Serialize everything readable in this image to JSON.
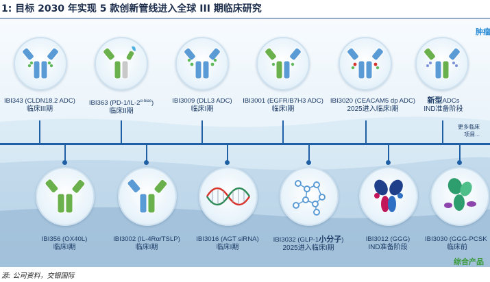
{
  "title": "1: 目标 2030 年实现 5 款创新管线进入全球 III 期临床研究",
  "section_top": "肿瘤",
  "section_bottom": "综合产品",
  "more_note": "更多临床\n项目...",
  "source": "源: 公司资料，交银国际",
  "top_items": [
    {
      "name": "IBI343 (CLDN18.2 ADC)",
      "stage": "临床III期",
      "icon": "adc-antibody-icon"
    },
    {
      "name": "IBI363 (PD-1/IL-2",
      "sup": "α-bias",
      "name_end": ")",
      "stage": "临床II期",
      "icon": "bispecific-fusion-antibody-icon"
    },
    {
      "name": "IBI3009 (DLL3 ADC)",
      "stage": "临床I期",
      "icon": "adc-antibody-icon"
    },
    {
      "name": "IBI3001 (EGFR/B7H3 ADC)",
      "stage": "临床I期",
      "icon": "bispecific-adc-icon"
    },
    {
      "name": "IBI3020 (CEACAM5 dp ADC)",
      "stage": "2025进入临床I期",
      "icon": "dual-payload-adc-icon"
    },
    {
      "name_bold": "新型",
      "name": "ADCs",
      "stage": "IND准备阶段",
      "icon": "novel-adc-icon"
    }
  ],
  "bottom_items": [
    {
      "name": "IBI356 (OX40L)",
      "stage": "临床I期",
      "icon": "antibody-icon"
    },
    {
      "name": "IBI3002 (IL-4Rα/TSLP)",
      "stage": "临床I期",
      "icon": "bispecific-antibody-icon"
    },
    {
      "name": "IBI3016 (AGT siRNA)",
      "stage": "临床I期",
      "icon": "dna-helix-icon"
    },
    {
      "name": "IBI3032 (GLP-1",
      "name_bold": "小分子",
      "name_end": ")",
      "stage": "2025进入临床I期",
      "icon": "small-molecule-icon"
    },
    {
      "name": "IBI3012 (GGG)",
      "stage": "IND准备阶段",
      "icon": "protein-structure-icon"
    },
    {
      "name": "IBI3030 (GGG-PCSK",
      "stage": "临床前",
      "icon": "protein-structure-icon"
    }
  ],
  "colors": {
    "timeline": "#1f5fa5",
    "antibody_blue": "#5b9bd5",
    "antibody_green": "#6ab04c",
    "oncology_tag": "#2f8fd8",
    "general_tag": "#3a9a3a"
  }
}
